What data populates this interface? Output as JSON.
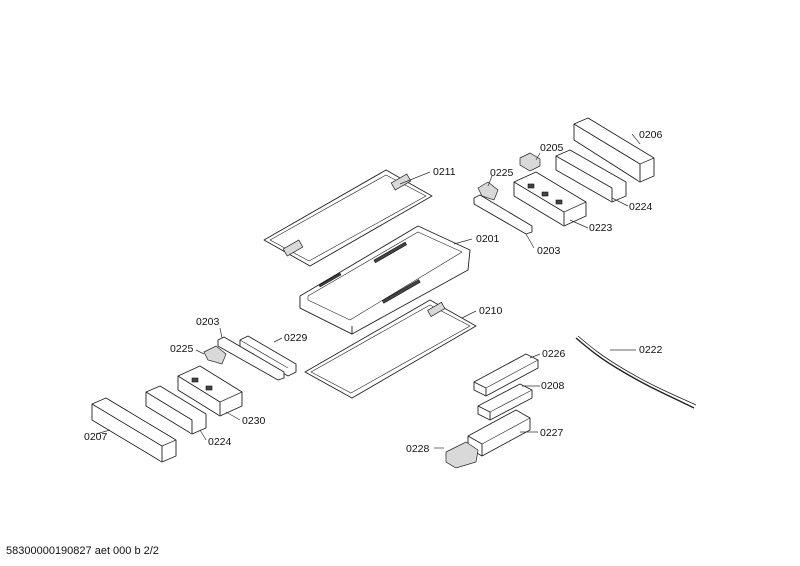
{
  "labels": {
    "p0206": "0206",
    "p0205": "0205",
    "p0225a": "0225",
    "p0211": "0211",
    "p0224a": "0224",
    "p0223": "0223",
    "p0201": "0201",
    "p0203a": "0203",
    "p0210": "0210",
    "p0203b": "0203",
    "p0229": "0229",
    "p0225b": "0225",
    "p0226": "0226",
    "p0222": "0222",
    "p0208": "0208",
    "p0230": "0230",
    "p0207": "0207",
    "p0224b": "0224",
    "p0227": "0227",
    "p0228": "0228"
  },
  "footer": "58300000190827 aet 000 b 2/2"
}
